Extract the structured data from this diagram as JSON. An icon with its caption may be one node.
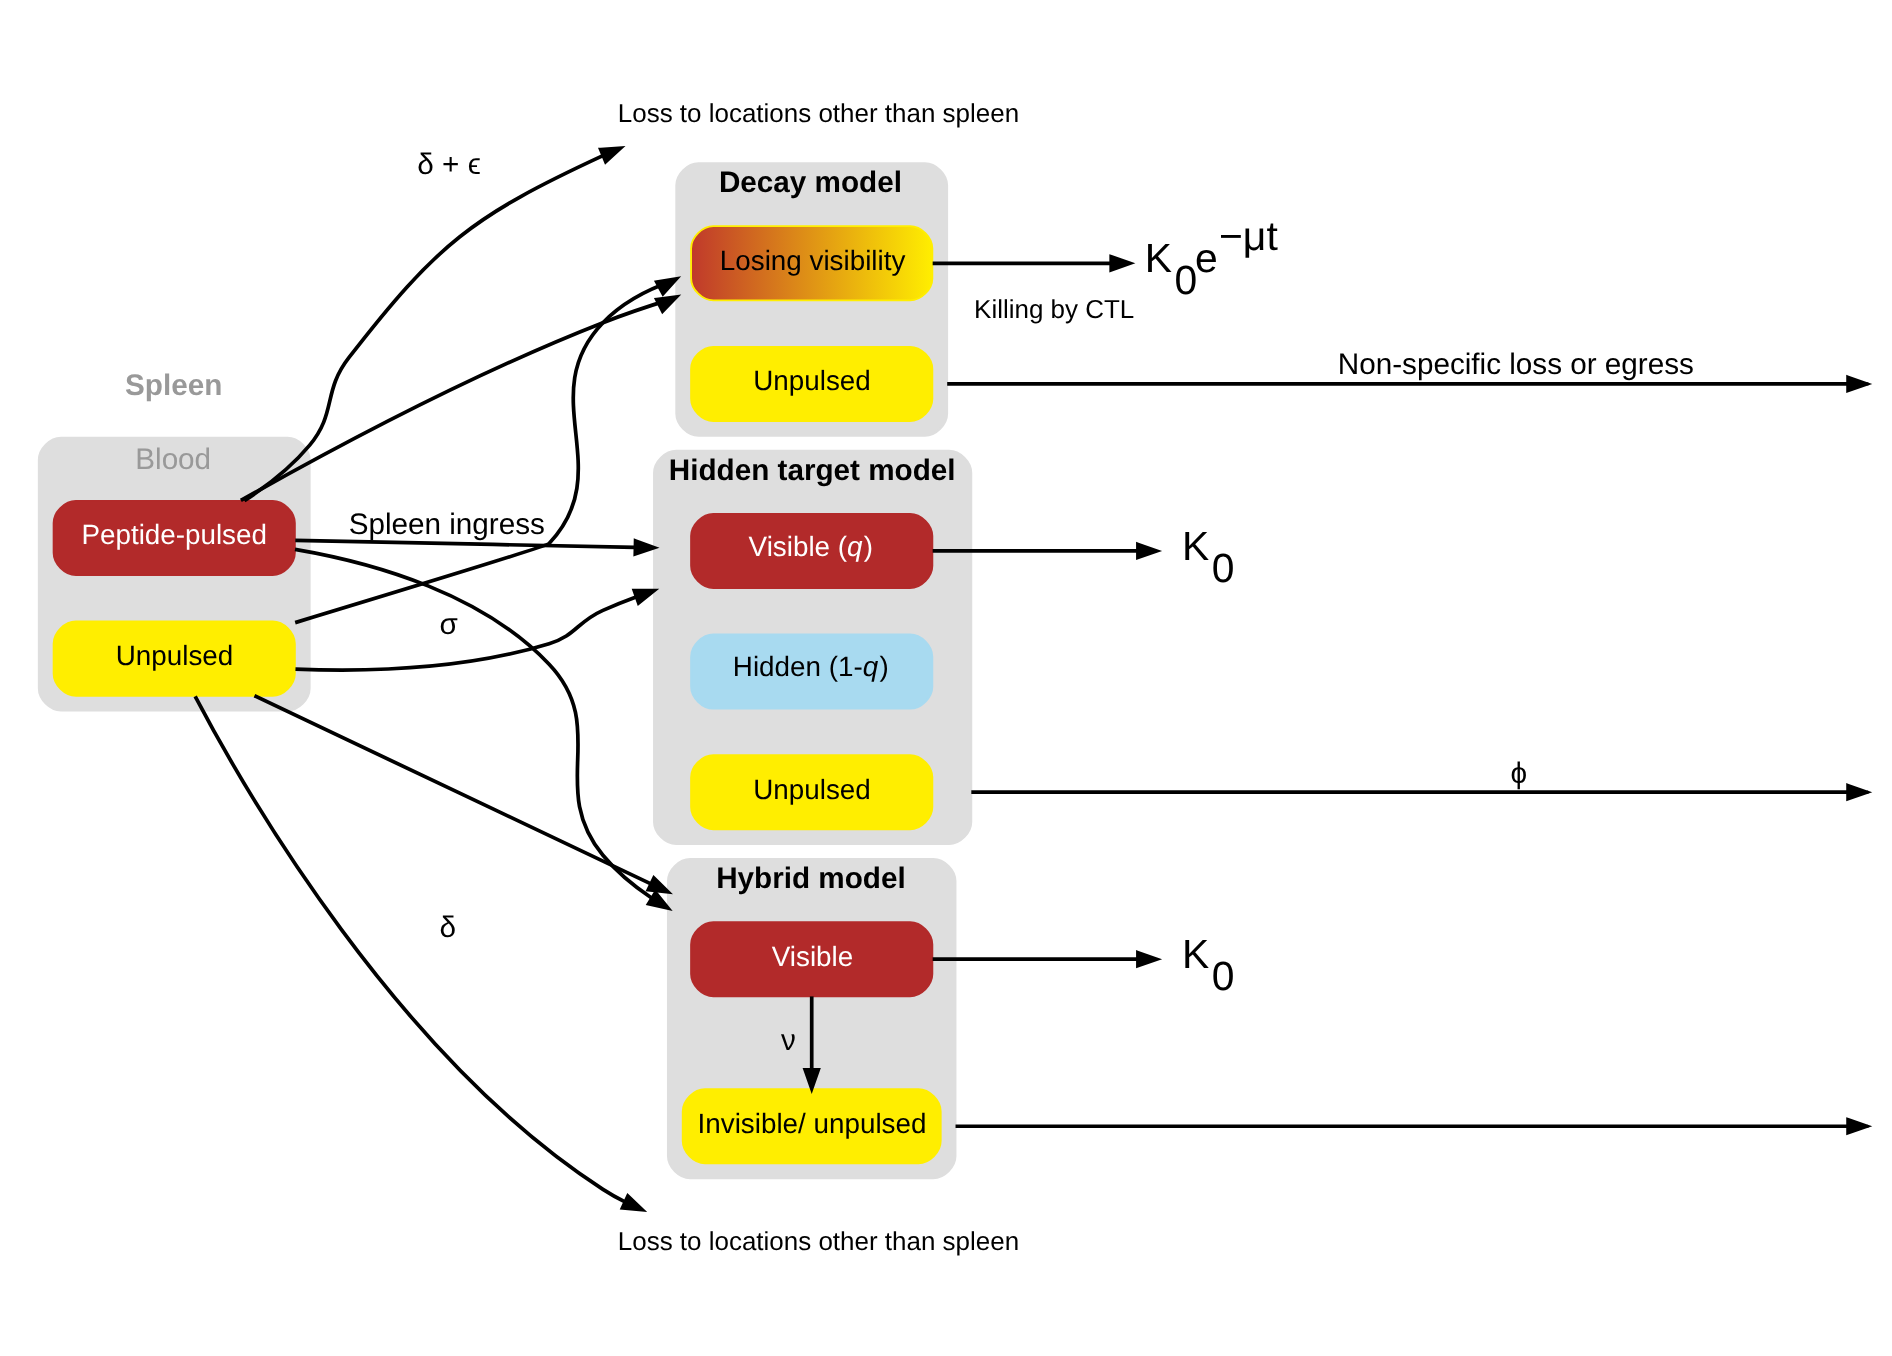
{
  "diagram": {
    "nodes": [
      {
        "text": [
          "Blood"
        ]
      },
      {
        "text": [
          "Peptide-pulsed"
        ],
        "in": 0
      },
      {
        "text": [
          "Unpulsed"
        ],
        "in": 0
      },
      {
        "text": [
          "Loss to locations other than spleen"
        ]
      },
      {
        "text": [
          "Loss to locations other than spleen"
        ]
      },
      {
        "text": [
          "Decay model"
        ]
      },
      {
        "text": [
          "Losing visibility"
        ],
        "in": 5
      },
      {
        "text": [
          "Unpulsed"
        ],
        "in": 5
      },
      {
        "text": [
          "Hidden target model"
        ]
      },
      {
        "text": [
          "Visible (*q*)"
        ],
        "in": 8
      },
      {
        "text": [
          "Hidden (1-*q*)"
        ],
        "in": 8
      },
      {
        "text": [
          "Unpulsed"
        ],
        "in": 8
      },
      {
        "text": [
          "Hybrid model"
        ]
      },
      {
        "text": [
          "Visible"
        ],
        "in": 12
      },
      {
        "text": [
          "Invisible/ unpulsed"
        ],
        "in": 12
      },
      {
        "text": [
          "K$_{0}$e$^{−μt}$"
        ],
        "beside": [
          "Killing by CTL"
        ]
      },
      {
        "text": [
          "K$_{0}$"
        ]
      },
      {
        "text": [
          "K$_{0}$"
        ]
      }
    ],
    "edges": [
      {
        "from": 1,
        "to": 3,
        "arrow": "to",
        "label": "δ + ϵ"
      },
      {
        "from": 2,
        "to": 4,
        "arrow": "to",
        "label": "δ"
      },
      {
        "from": 1,
        "to": 5,
        "arrow": "to"
      },
      {
        "from": 1,
        "to": 8,
        "arrow": "to",
        "label": "Spleen ingress"
      },
      {
        "from": 1,
        "to": 12,
        "arrow": "to"
      },
      {
        "from": 2,
        "to": 5,
        "arrow": "to"
      },
      {
        "from": 2,
        "to": 8,
        "arrow": "to",
        "label": "σ"
      },
      {
        "from": 2,
        "to": 12,
        "arrow": "to"
      },
      {
        "from": 6,
        "to": 15,
        "arrow": "to"
      },
      {
        "from": 9,
        "to": 16,
        "arrow": "to"
      },
      {
        "from": 13,
        "to": 17,
        "arrow": "to"
      },
      {
        "from": 13,
        "to": 14,
        "arrow": "to",
        "label": "ν"
      },
      {
        "from": 5,
        "to": null,
        "arrow": "to",
        "label": "Non-specific loss or egress"
      },
      {
        "from": 8,
        "to": null,
        "arrow": "to",
        "label": "ϕ"
      },
      {
        "from": 12,
        "to": null,
        "arrow": "to"
      }
    ],
    "labels": [
      "Spleen"
    ]
  }
}
